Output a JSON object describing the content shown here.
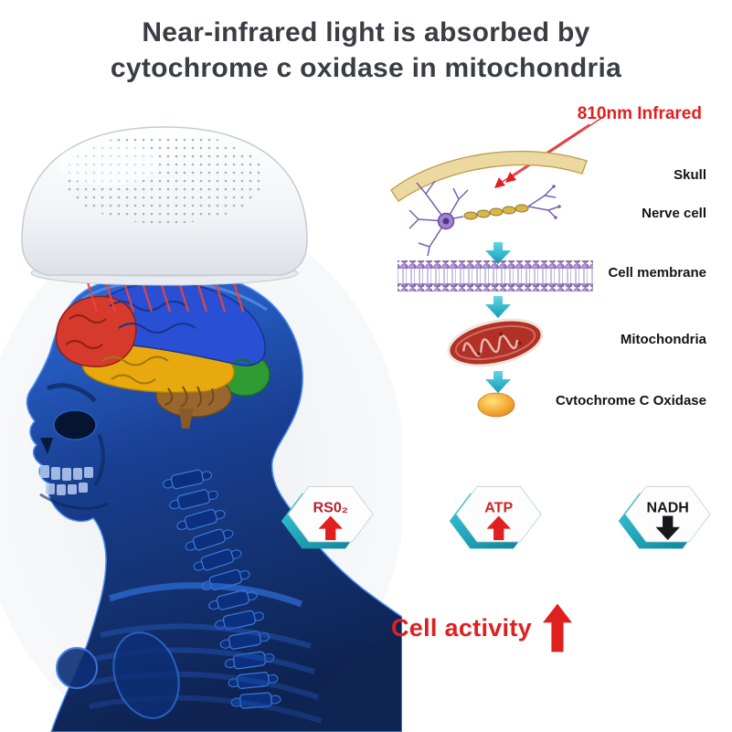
{
  "title": {
    "line1": "Near-infrared light is absorbed by",
    "line2": "cytochrome c oxidase in mitochondria"
  },
  "pathway": {
    "header": "810nm Infrared",
    "steps": [
      {
        "label": "Skull"
      },
      {
        "label": "Nerve cell"
      },
      {
        "label": "Cell membrane"
      },
      {
        "label": "Mitochondria"
      },
      {
        "label": "Cvtochrome C Oxidase"
      }
    ]
  },
  "badges": [
    {
      "label": "RS0₂",
      "direction": "up",
      "label_color": "#b3242b",
      "arrow_color": "#e0201f"
    },
    {
      "label": "ATP",
      "direction": "up",
      "label_color": "#d42422",
      "arrow_color": "#e0201f"
    },
    {
      "label": "NADH",
      "direction": "down",
      "label_color": "#17181c",
      "arrow_color": "#17181c"
    }
  ],
  "footer": {
    "label": "Cell activity",
    "direction": "up"
  },
  "colors": {
    "accent_red": "#e0201f",
    "arrow_cyan": "#23b3ca",
    "badge_teal": "#0f93a5",
    "skeleton_blue": "#0c2f7e",
    "helmet_gray": "#e7eaee",
    "membrane_purple": "#7a5fae",
    "mitochondria_red": "#b23127"
  }
}
